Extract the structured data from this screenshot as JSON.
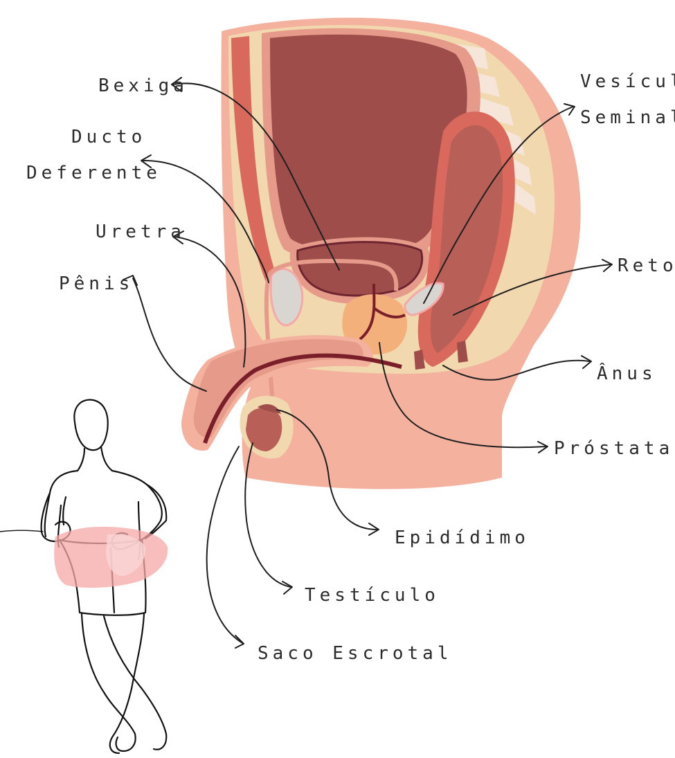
{
  "labels": {
    "bexiga": "Bexiga",
    "ducto_1": "Ducto",
    "ducto_2": "Deferente",
    "uretra": "Uretra",
    "penis": "Pênis",
    "vesicula_1": "Vesícula",
    "vesicula_2": "Seminal",
    "reto": "Reto",
    "anus": "Ânus",
    "prostata": "Próstata",
    "epididimo": "Epidídimo",
    "testiculo": "Testículo",
    "saco": "Saco Escrotal"
  },
  "colors": {
    "outer_skin": "#F3B19E",
    "body_tissue": "#F1D8AE",
    "bladder_dark": "#9E4D4A",
    "bladder_outline": "#E59A8A",
    "muscle": "#D9695C",
    "spine": "#F6E6DA",
    "prostate": "#F4B07A",
    "urethra": "#7A1E2A",
    "gland": "#D9D6D2",
    "highlight": "#F6A7A7"
  }
}
